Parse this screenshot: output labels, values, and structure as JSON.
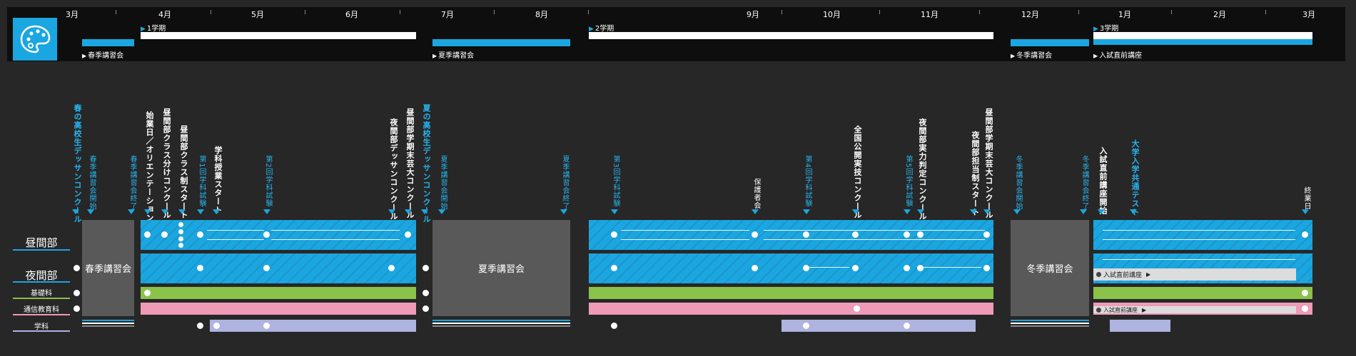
{
  "months": [
    "3月",
    "4月",
    "5月",
    "6月",
    "7月",
    "8月",
    "9月",
    "10月",
    "11月",
    "12月",
    "1月",
    "2月",
    "3月"
  ],
  "terms": [
    "1学期",
    "2学期",
    "3学期"
  ],
  "sessions": {
    "spring": "春季講習会",
    "summer": "夏季講習会",
    "winter": "冬季講習会",
    "exam": "入試直前講座"
  },
  "session_labels": {
    "spring": "春季講習会",
    "summer": "夏季講習会",
    "winter": "冬季講習会",
    "exam": "入試直前講座"
  },
  "rows": {
    "day": "昼間部",
    "night": "夜間部",
    "basic": "基礎科",
    "corr": "通信教育科",
    "gakka": "学科"
  },
  "events": [
    {
      "text": "春の高校生デッサンコンクール",
      "style": "blue-bold"
    },
    {
      "text": "春季講習会開始",
      "style": "blue"
    },
    {
      "text": "春季講習会終了",
      "style": "blue"
    },
    {
      "text": "始業日／オリエンテーション",
      "style": "white-bold"
    },
    {
      "text": "昼間部クラス分けコンクール",
      "style": "white-bold"
    },
    {
      "text": "昼間部クラス制スタート",
      "style": "white-bold"
    },
    {
      "text": "第1回学科試験",
      "style": "blue"
    },
    {
      "text": "学科授業スタート",
      "style": "white-bold"
    },
    {
      "text": "第2回学科試験",
      "style": "blue"
    },
    {
      "text": "夜間部デッサンコンクール",
      "style": "white-bold"
    },
    {
      "text": "昼間部学期末芸大コンクール",
      "style": "white-bold"
    },
    {
      "text": "夏の高校生デッサンコンクール",
      "style": "blue-bold"
    },
    {
      "text": "夏季講習会開始",
      "style": "blue"
    },
    {
      "text": "夏季講習会終了",
      "style": "blue"
    },
    {
      "text": "第3回学科試験",
      "style": "blue"
    },
    {
      "text": "保護者会",
      "style": "white"
    },
    {
      "text": "第4回学科試験",
      "style": "blue"
    },
    {
      "text": "全国公開実技コンクール",
      "style": "white-bold"
    },
    {
      "text": "第5回学科試験",
      "style": "blue"
    },
    {
      "text": "夜間部実力判定コンクール",
      "style": "white-bold"
    },
    {
      "text": "夜間部担当制スタート",
      "style": "white-bold"
    },
    {
      "text": "昼間部学期末芸大コンクール",
      "style": "white-bold"
    },
    {
      "text": "冬季講習会開始",
      "style": "blue"
    },
    {
      "text": "冬季講習会終了",
      "style": "blue"
    },
    {
      "text": "入試直前講座開始",
      "style": "white"
    },
    {
      "text": "大学入学共通テスト",
      "style": "blue-bold"
    },
    {
      "text": "終業日",
      "style": "white"
    }
  ],
  "colors": {
    "accent": "#1aa6e0",
    "background": "#272727",
    "topbar": "#0e0e0e",
    "green": "#8ac24a",
    "pink": "#ef9ab7",
    "lavender": "#aeb3e0",
    "session": "#595959"
  },
  "icons": {
    "logo": "palette-icon"
  }
}
